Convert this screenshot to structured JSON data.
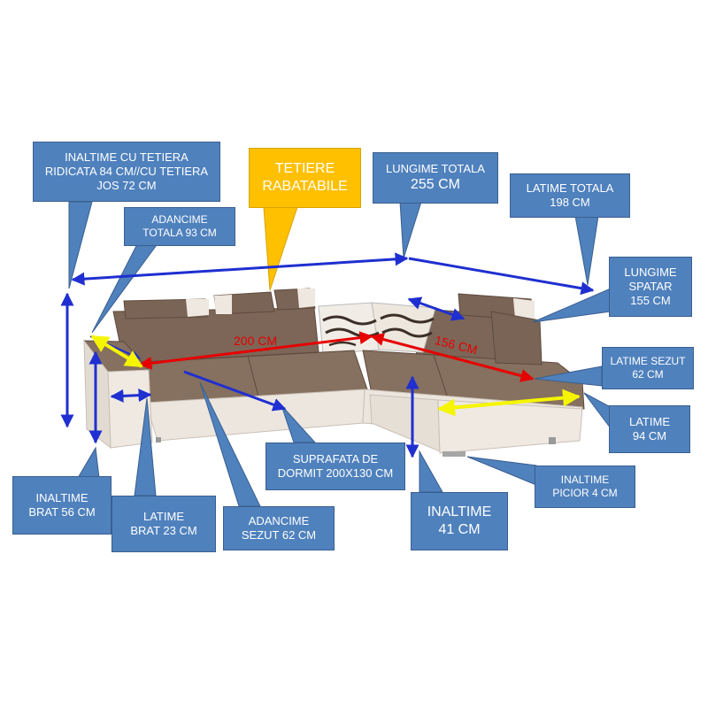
{
  "labels": {
    "inaltime_tetiera": [
      "INALTIME CU TETIERA",
      "RIDICATA 84 CM//CU TETIERA",
      "JOS 72 CM"
    ],
    "adancime_totala": [
      "ADANCIME",
      "TOTALA 93 CM"
    ],
    "tetiere": [
      "TETIERE",
      "RABATABILE"
    ],
    "lungime_totala": [
      "LUNGIME TOTALA",
      "255 CM"
    ],
    "latime_totala": [
      "LATIME TOTALA",
      "198 CM"
    ],
    "lungime_spatar": [
      "LUNGIME",
      "SPATAR",
      "155 CM"
    ],
    "latime_sezut": [
      "LATIME SEZUT",
      "62 CM"
    ],
    "latime": [
      "LATIME",
      "94 CM"
    ],
    "inaltime_picior": [
      "INALTIME",
      "PICIOR 4 CM"
    ],
    "suprafata": [
      "SUPRAFATA DE",
      "DORMIT 200X130 CM"
    ],
    "inaltime": [
      "INALTIME",
      "41 CM"
    ],
    "adancime_sezut": [
      "ADANCIME",
      "SEZUT 62 CM"
    ],
    "latime_brat": [
      "LATIME",
      "BRAT 23 CM"
    ],
    "inaltime_brat": [
      "INALTIME",
      "BRAT 56 CM"
    ]
  },
  "dimension_marks": {
    "length_200": "200 CM",
    "length_156": "156 CM"
  },
  "colors": {
    "label_bg": "#4f81bd",
    "label_accent": "#ffc000",
    "arrow_blue": "#1f2fd0",
    "arrow_red": "#e60000",
    "arrow_yellow": "#f5f500",
    "fabric_brown": "#7a6455",
    "fabric_light": "#ece6df"
  }
}
